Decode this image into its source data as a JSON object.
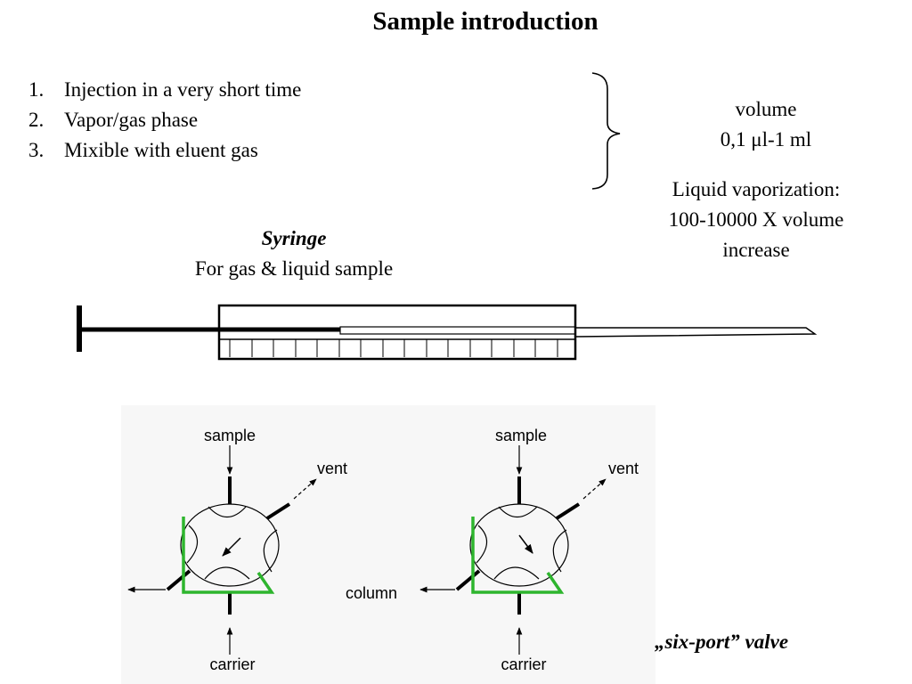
{
  "title": "Sample introduction",
  "list": {
    "items": [
      {
        "num": "1.",
        "text": "Injection in a very short time"
      },
      {
        "num": "2.",
        "text": "Vapor/gas phase"
      },
      {
        "num": "3.",
        "text": "Mixible with eluent gas"
      }
    ]
  },
  "volume": {
    "label": "volume",
    "range": "0,1 μl-1 ml"
  },
  "vaporization": {
    "line1": "Liquid vaporization:",
    "line2": "100-10000 X volume",
    "line3": "increase"
  },
  "syringe": {
    "title": "Syringe",
    "subtitle": "For gas & liquid sample"
  },
  "valves": {
    "left": {
      "top_label": "sample",
      "right_label": "vent",
      "bottom_label": "carrier"
    },
    "right": {
      "top_label": "sample",
      "right_label": "vent",
      "left_label": "column",
      "bottom_label": "carrier"
    },
    "caption": "„six-port” valve"
  },
  "colors": {
    "loop": "#2eb52e",
    "lines": "#000000",
    "panel": "#f7f7f7"
  }
}
